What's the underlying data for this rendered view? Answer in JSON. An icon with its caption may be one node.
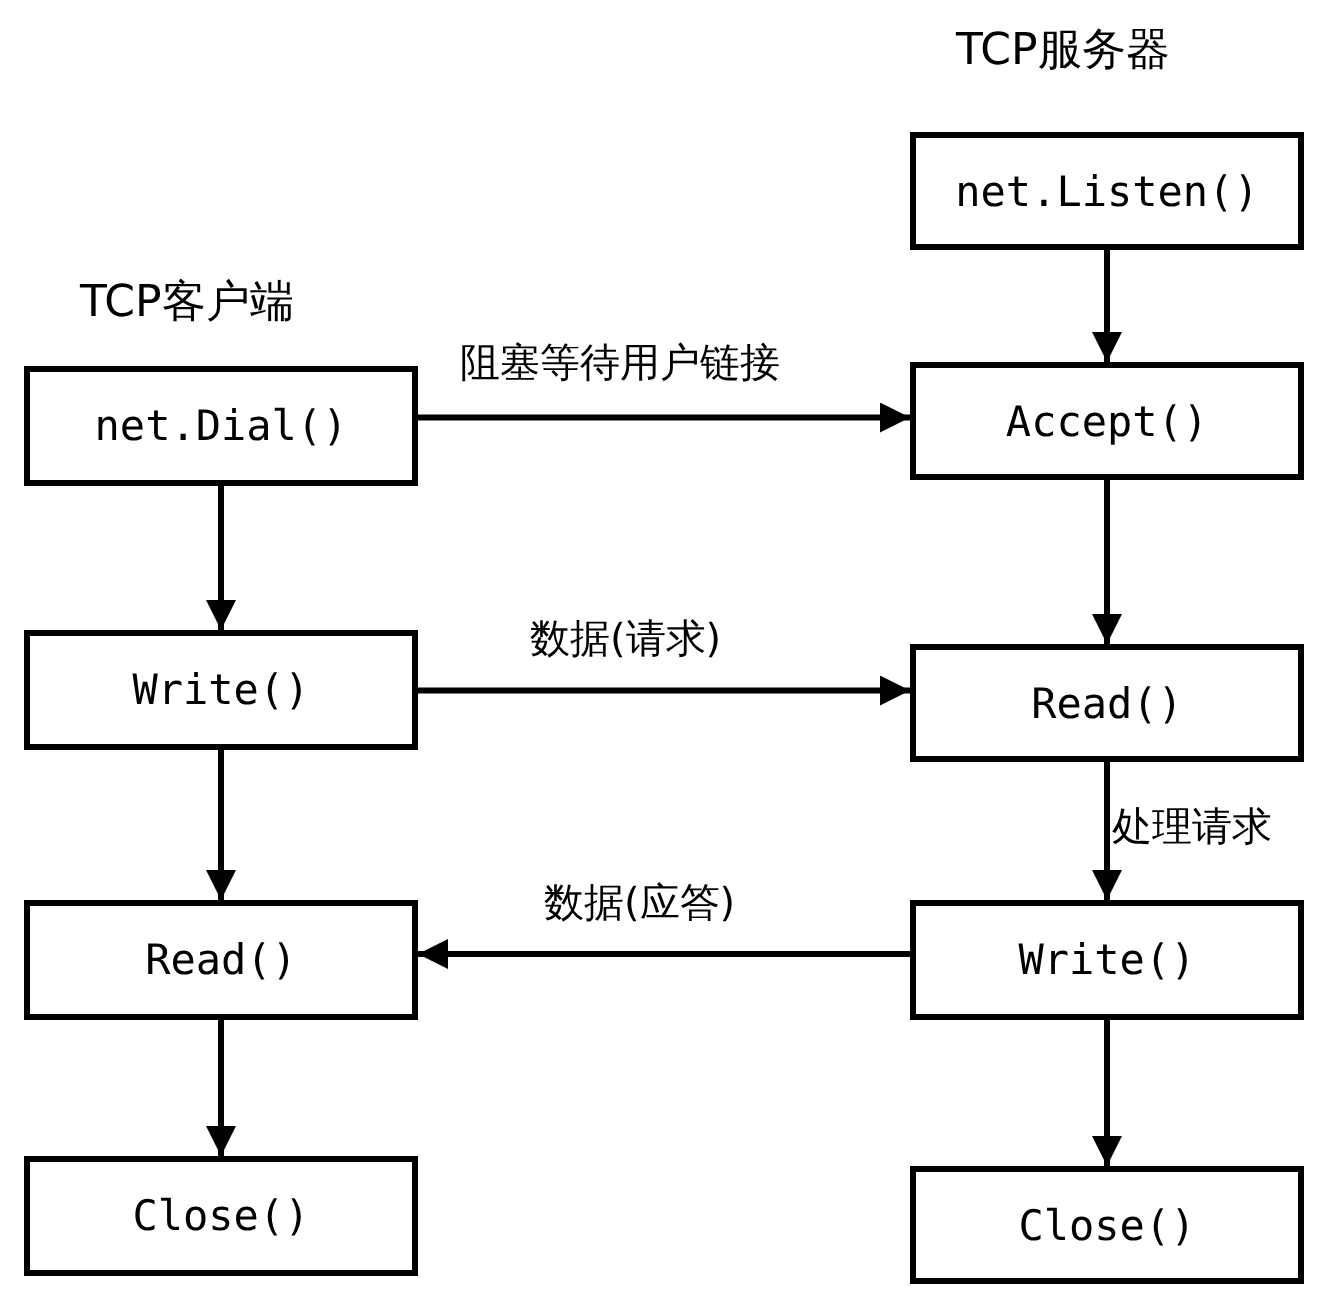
{
  "diagram": {
    "nodes": [
      {
        "text": [
          "net.Listen()"
        ]
      },
      {
        "text": [
          "net.Dial()"
        ]
      },
      {
        "text": [
          "Accept()"
        ]
      },
      {
        "text": [
          "Write()"
        ]
      },
      {
        "text": [
          "Read()"
        ]
      },
      {
        "text": [
          "Read()"
        ]
      },
      {
        "text": [
          "Write()"
        ]
      },
      {
        "text": [
          "Close()"
        ]
      },
      {
        "text": [
          "Close()"
        ]
      }
    ],
    "edges": [
      {
        "from": 0,
        "to": 2,
        "arrow": "to"
      },
      {
        "from": 1,
        "to": 2,
        "arrow": "to",
        "label": "阻塞等待用户链接"
      },
      {
        "from": 1,
        "to": 3,
        "arrow": "to"
      },
      {
        "from": 3,
        "to": 4,
        "arrow": "to",
        "label": "数据(请求)"
      },
      {
        "from": 2,
        "to": 4,
        "arrow": "to"
      },
      {
        "from": 4,
        "to": 6,
        "arrow": "to",
        "label": "处理请求"
      },
      {
        "from": 3,
        "to": 5,
        "arrow": "to"
      },
      {
        "from": 6,
        "to": 5,
        "arrow": "to",
        "label": "数据(应答)"
      },
      {
        "from": 5,
        "to": 7,
        "arrow": "to"
      },
      {
        "from": 6,
        "to": 8,
        "arrow": "to"
      }
    ],
    "labels": [
      "TCP服务器",
      "TCP客户端"
    ]
  }
}
